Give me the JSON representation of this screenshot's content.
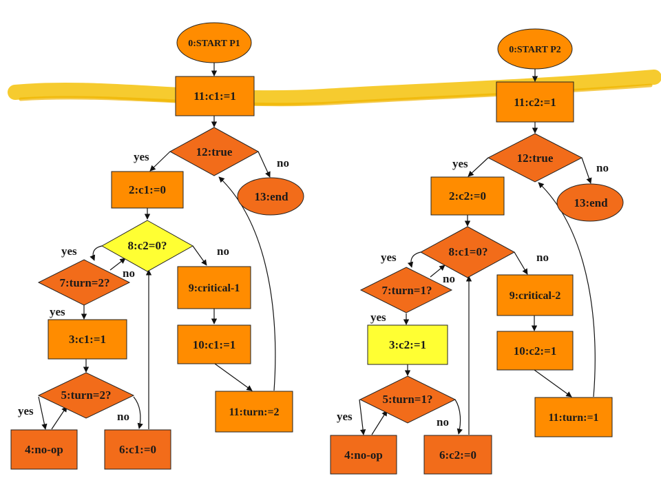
{
  "colors": {
    "node_fill": "#ff8c00",
    "node_fill_orange": "#f26c1a",
    "highlight_fill": "#ffff33",
    "highlighter": "#f5c518",
    "edge": "#111111",
    "text": "#1a1a1a"
  },
  "p1": {
    "start": "0:START P1",
    "set_c": "11:c1:=1",
    "loop": "12:true",
    "end": "13:end",
    "c_zero": "2:c1:=0",
    "check_other": "8:c2=0?",
    "check_turn_a": "7:turn=2?",
    "set_c_again": "3:c1:=1",
    "check_turn_b": "5:turn=2?",
    "noop": "4:no-op",
    "c_zero_2": "6:c1:=0",
    "critical": "9:critical-1",
    "c_reset": "10:c1:=1",
    "turn_set": "11:turn:=2"
  },
  "p2": {
    "start": "0:START P2",
    "set_c": "11:c2:=1",
    "loop": "12:true",
    "end": "13:end",
    "c_zero": "2:c2:=0",
    "check_other": "8:c1=0?",
    "check_turn_a": "7:turn=1?",
    "set_c_again": "3:c2:=1",
    "check_turn_b": "5:turn=1?",
    "noop": "4:no-op",
    "c_zero_2": "6:c2:=0",
    "critical": "9:critical-2",
    "c_reset": "10:c2:=1",
    "turn_set": "11:turn:=1"
  },
  "labels": {
    "yes": "yes",
    "no": "no"
  }
}
